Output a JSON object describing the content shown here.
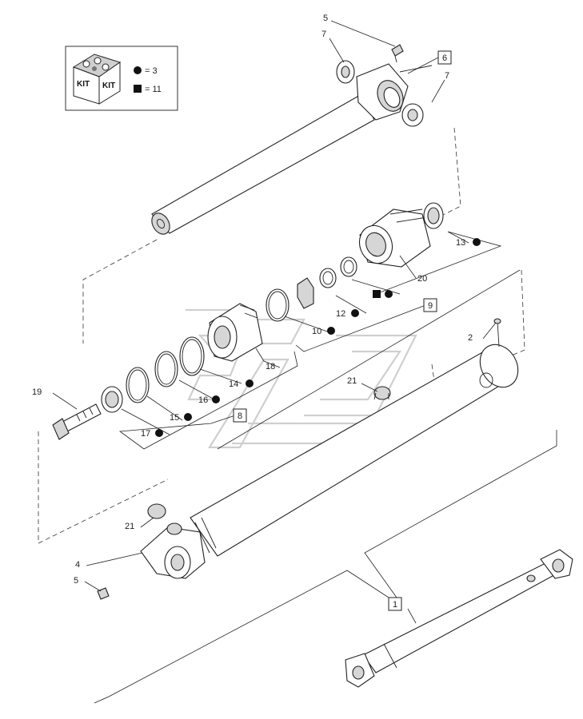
{
  "kit_legend": {
    "kit_text_left": "KIT",
    "kit_text_right": "KIT",
    "circle_symbol_count": "= 3",
    "square_symbol_count": "= 11"
  },
  "callouts": {
    "c1": "1",
    "c2": "2",
    "c4": "4",
    "c5_top": "5",
    "c5_bottom": "5",
    "c6": "6",
    "c7_left": "7",
    "c7_right": "7",
    "c8": "8",
    "c9": "9",
    "c10": "10",
    "c12": "12",
    "c13": "13",
    "c14": "14",
    "c15": "15",
    "c16": "16",
    "c17": "17",
    "c18": "18",
    "c19": "19",
    "c20": "20",
    "c21_top": "21",
    "c21_bottom": "21"
  }
}
